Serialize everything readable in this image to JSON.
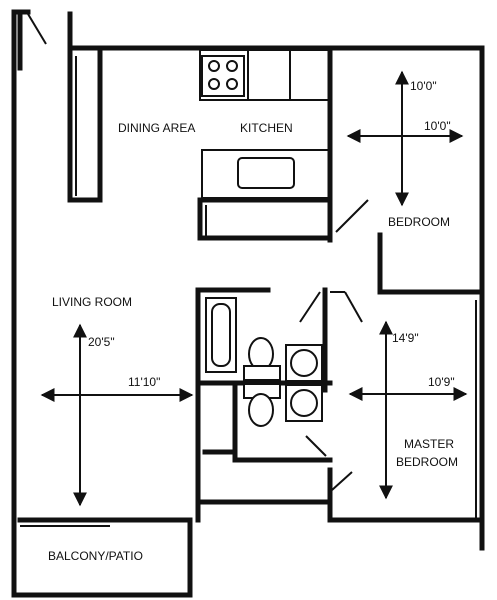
{
  "rooms": {
    "dining": "DINING AREA",
    "kitchen": "KITCHEN",
    "bedroom": "BEDROOM",
    "living": "LIVING ROOM",
    "master_line1": "MASTER",
    "master_line2": "BEDROOM",
    "balcony": "BALCONY/PATIO"
  },
  "dimensions": {
    "bedroom_length": "10'0\"",
    "bedroom_width": "10'0\"",
    "living_length": "20'5\"",
    "living_width": "11'10\"",
    "master_length": "14'9\"",
    "master_width": "10'9\""
  }
}
